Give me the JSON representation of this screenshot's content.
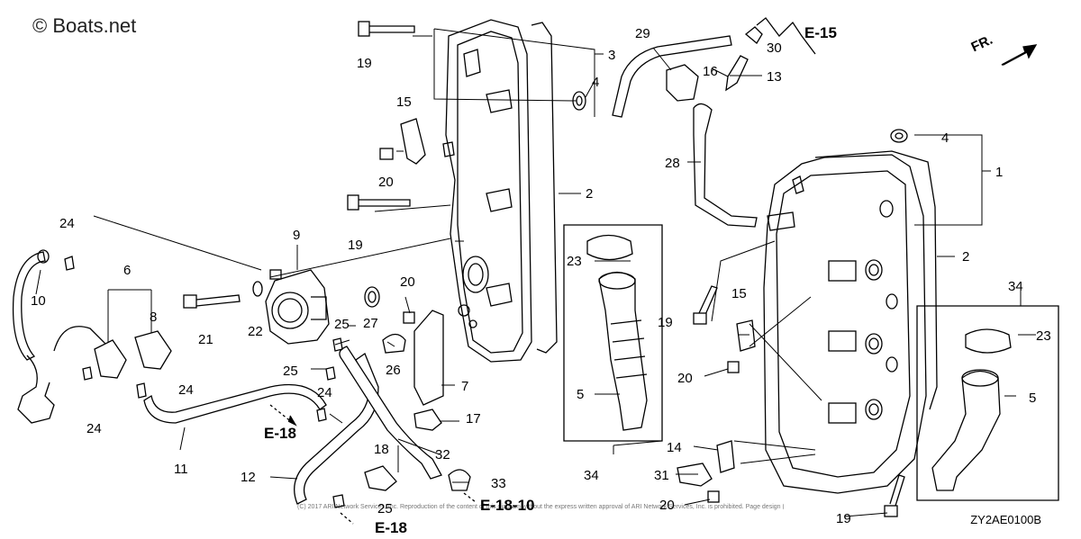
{
  "watermark": "© Boats.net",
  "diagram_code": "ZY2AE0100B",
  "direction_label": "FR.",
  "copyright": "(C) 2017 ARI Network Services, Inc. Reproduction of the content of this diagram without the express written approval of ARI Network Services, Inc. is prohibited. Page design (c) 2004 - 2017 by ARI Network Services, Inc.",
  "refs": [
    {
      "id": "e15",
      "text": "E-15"
    },
    {
      "id": "e18a",
      "text": "E-18"
    },
    {
      "id": "e18b",
      "text": "E-18"
    },
    {
      "id": "e1810",
      "text": "E-18-10"
    }
  ],
  "callouts": [
    {
      "id": "c1",
      "text": "1"
    },
    {
      "id": "c2a",
      "text": "2"
    },
    {
      "id": "c2b",
      "text": "2"
    },
    {
      "id": "c3",
      "text": "3"
    },
    {
      "id": "c4a",
      "text": "4"
    },
    {
      "id": "c4b",
      "text": "4"
    },
    {
      "id": "c5a",
      "text": "5"
    },
    {
      "id": "c5b",
      "text": "5"
    },
    {
      "id": "c6",
      "text": "6"
    },
    {
      "id": "c7",
      "text": "7"
    },
    {
      "id": "c8",
      "text": "8"
    },
    {
      "id": "c9",
      "text": "9"
    },
    {
      "id": "c10",
      "text": "10"
    },
    {
      "id": "c11",
      "text": "11"
    },
    {
      "id": "c12",
      "text": "12"
    },
    {
      "id": "c13",
      "text": "13"
    },
    {
      "id": "c14",
      "text": "14"
    },
    {
      "id": "c15a",
      "text": "15"
    },
    {
      "id": "c15b",
      "text": "15"
    },
    {
      "id": "c16",
      "text": "16"
    },
    {
      "id": "c17",
      "text": "17"
    },
    {
      "id": "c18",
      "text": "18"
    },
    {
      "id": "c19a",
      "text": "19"
    },
    {
      "id": "c19b",
      "text": "19"
    },
    {
      "id": "c19c",
      "text": "19"
    },
    {
      "id": "c19d",
      "text": "19"
    },
    {
      "id": "c20a",
      "text": "20"
    },
    {
      "id": "c20b",
      "text": "20"
    },
    {
      "id": "c20c",
      "text": "20"
    },
    {
      "id": "c20d",
      "text": "20"
    },
    {
      "id": "c21",
      "text": "21"
    },
    {
      "id": "c22",
      "text": "22"
    },
    {
      "id": "c23a",
      "text": "23"
    },
    {
      "id": "c23b",
      "text": "23"
    },
    {
      "id": "c24a",
      "text": "24"
    },
    {
      "id": "c24b",
      "text": "24"
    },
    {
      "id": "c24c",
      "text": "24"
    },
    {
      "id": "c24d",
      "text": "24"
    },
    {
      "id": "c25a",
      "text": "25"
    },
    {
      "id": "c25b",
      "text": "25"
    },
    {
      "id": "c25c",
      "text": "25"
    },
    {
      "id": "c26",
      "text": "26"
    },
    {
      "id": "c27",
      "text": "27"
    },
    {
      "id": "c28",
      "text": "28"
    },
    {
      "id": "c29",
      "text": "29"
    },
    {
      "id": "c30",
      "text": "30"
    },
    {
      "id": "c31",
      "text": "31"
    },
    {
      "id": "c32",
      "text": "32"
    },
    {
      "id": "c33",
      "text": "33"
    },
    {
      "id": "c34a",
      "text": "34"
    },
    {
      "id": "c34b",
      "text": "34"
    }
  ]
}
